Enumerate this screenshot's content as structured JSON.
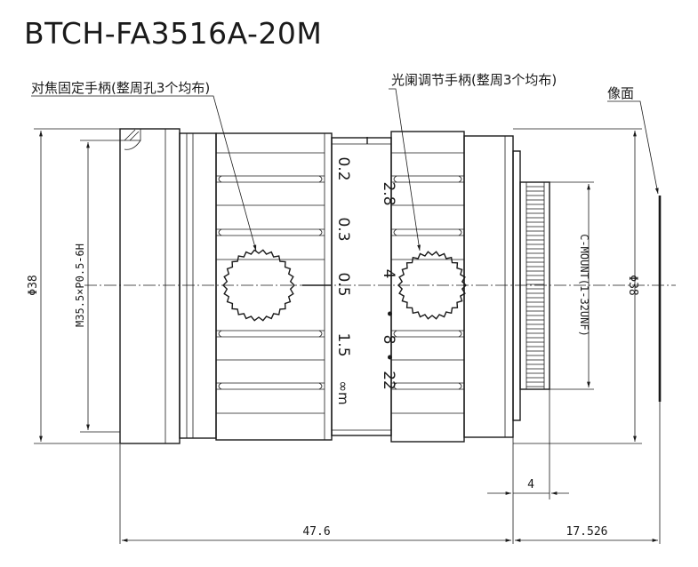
{
  "title": "BTCH-FA3516A-20M",
  "labels": {
    "focus_handle": "对焦固定手柄(整周孔3个均布)",
    "iris_handle": "光阑调节手柄(整周3个均布)",
    "image_plane": "像面"
  },
  "dimensions": {
    "left_diameter": "Φ38",
    "right_diameter": "Φ38",
    "front_thread": "M35.5×P0.5-6H",
    "c_mount": "C-MOUNT(1-32UNF)",
    "flange_step": "4",
    "total_length": "47.6",
    "back_focal": "17.526"
  },
  "focus_scale": [
    "0.2",
    "0.3",
    "0.5",
    "1.5",
    "∞m"
  ],
  "iris_scale": [
    "2.8",
    "4",
    "•",
    "8",
    "•",
    "22"
  ]
}
